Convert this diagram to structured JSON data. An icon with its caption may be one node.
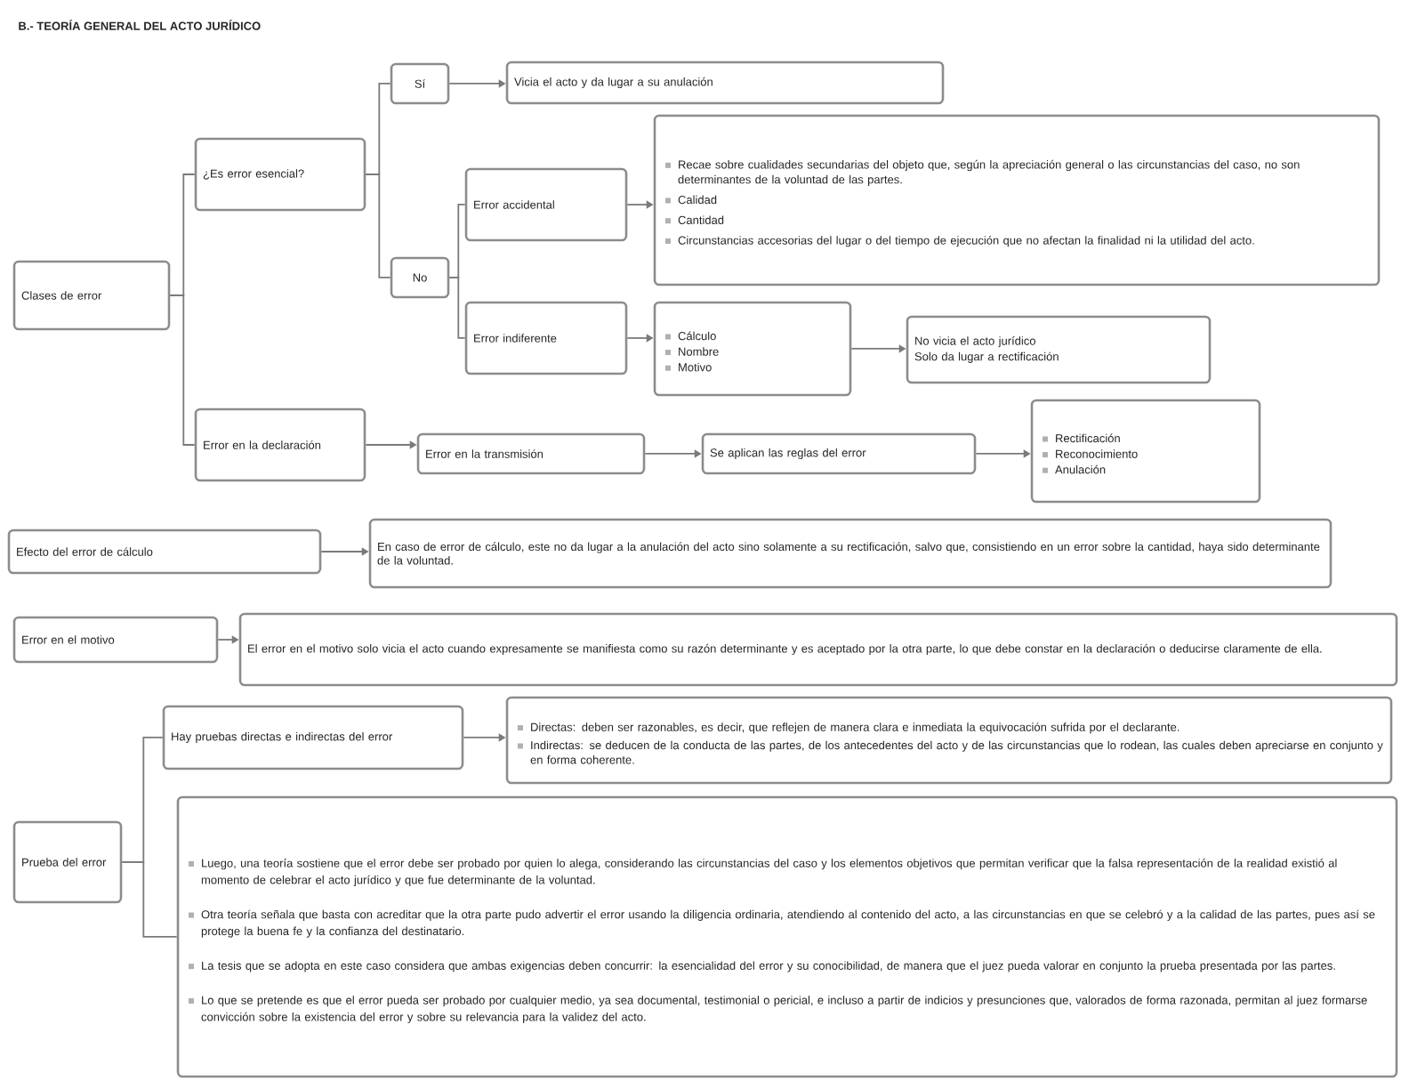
{
  "diagram": {
    "title": "B.- TEORÍA GENERAL DEL ACTO JURÍDICO",
    "nodes": [
      {
        "text": [
          "Clases de error"
        ]
      },
      {
        "text": [
          "¿Es error esencial?"
        ]
      },
      {
        "text": [
          "Sí"
        ]
      },
      {
        "text": [
          "Vicia el acto y da lugar a su anulación"
        ]
      },
      {
        "text": [
          "No"
        ]
      },
      {
        "text": [
          "Error accidental"
        ]
      },
      {
        "text": [
          "Recae sobre cualidades secundarias del objeto que, según la apreciación general o las circunstancias del caso, no son determinantes de la voluntad de las partes.",
          "Calidad",
          "Cantidad",
          "Circunstancias accesorias del lugar o del tiempo de ejecución que no afectan la finalidad ni la utilidad del acto."
        ]
      },
      {
        "text": [
          "Error indiferente"
        ]
      },
      {
        "text": [
          "Cálculo",
          "Nombre",
          "Motivo"
        ]
      },
      {
        "text": [
          "No vicia el acto jurídico",
          "Solo da lugar a rectificación"
        ]
      },
      {
        "text": [
          "Error en la declaración"
        ]
      },
      {
        "text": [
          "Error en la transmisión"
        ]
      },
      {
        "text": [
          "Se aplican las reglas del error"
        ]
      },
      {
        "text": [
          "Rectificación",
          "Reconocimiento",
          "Anulación"
        ]
      },
      {
        "text": [
          "Efecto del error de cálculo"
        ]
      },
      {
        "text": [
          "En caso de error de cálculo, este no da lugar a la anulación del acto sino solamente a su rectificación, salvo que, consistiendo en un error sobre la cantidad, haya sido determinante de la voluntad."
        ]
      },
      {
        "text": [
          "Error en el motivo"
        ]
      },
      {
        "text": [
          "El error en el motivo solo vicia el acto cuando expresamente se manifiesta como su razón determinante y es aceptado por la otra parte, lo que debe constar en la declaración o deducirse claramente de ella."
        ]
      },
      {
        "text": [
          "Prueba del error"
        ]
      },
      {
        "text": [
          "Hay pruebas directas e indirectas del error"
        ]
      },
      {
        "text": [
          "Directas: deben ser razonables, es decir, que reflejen de manera clara e inmediata la equivocación sufrida por el declarante.",
          "Indirectas: se deducen de la conducta de las partes, de los antecedentes del acto y de las circunstancias que lo rodean, las cuales deben apreciarse en conjunto y en forma coherente."
        ]
      },
      {
        "text": [
          "Luego, una teoría sostiene que el error debe ser probado por quien lo alega, considerando las circunstancias del caso y los elementos objetivos que permitan verificar que la falsa representación de la realidad existió al momento de celebrar el acto jurídico y que fue determinante de la voluntad.",
          "Otra teoría señala que basta con acreditar que la otra parte pudo advertir el error usando la diligencia ordinaria, atendiendo al contenido del acto, a las circunstancias en que se celebró y a la calidad de las partes, pues así se protege la buena fe y la confianza del destinatario.",
          "La tesis que se adopta en este caso considera que ambas exigencias deben concurrir: la esencialidad del error y su conocibilidad, de manera que el juez pueda valorar en conjunto la prueba presentada por las partes.",
          "Lo que se pretende es que el error pueda ser probado por cualquier medio, ya sea documental, testimonial o pericial, e incluso a partir de indicios y presunciones que, valorados de forma razonada, permitan al juez formarse convicción sobre la existencia del error y sobre su relevancia para la validez del acto."
        ]
      }
    ],
    "edges": [
      {
        "from": 0,
        "to": 1,
        "arrow": "none"
      },
      {
        "from": 0,
        "to": 10,
        "arrow": "none"
      },
      {
        "from": 1,
        "to": 2,
        "arrow": "none"
      },
      {
        "from": 1,
        "to": 4,
        "arrow": "none"
      },
      {
        "from": 2,
        "to": 3,
        "arrow": "to"
      },
      {
        "from": 4,
        "to": 5,
        "arrow": "none"
      },
      {
        "from": 4,
        "to": 7,
        "arrow": "none"
      },
      {
        "from": 5,
        "to": 6,
        "arrow": "to"
      },
      {
        "from": 7,
        "to": 8,
        "arrow": "to"
      },
      {
        "from": 8,
        "to": 9,
        "arrow": "to"
      },
      {
        "from": 10,
        "to": 11,
        "arrow": "to"
      },
      {
        "from": 11,
        "to": 12,
        "arrow": "to"
      },
      {
        "from": 12,
        "to": 13,
        "arrow": "to"
      },
      {
        "from": 14,
        "to": 15,
        "arrow": "to"
      },
      {
        "from": 16,
        "to": 17,
        "arrow": "to"
      },
      {
        "from": 18,
        "to": 19,
        "arrow": "none"
      },
      {
        "from": 18,
        "to": 21,
        "arrow": "none"
      },
      {
        "from": 19,
        "to": 20,
        "arrow": "to"
      }
    ]
  }
}
